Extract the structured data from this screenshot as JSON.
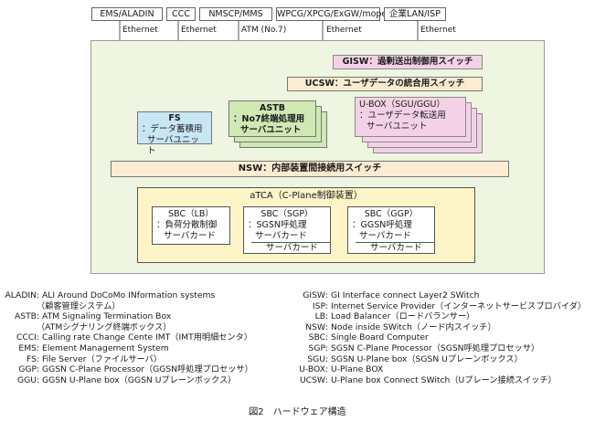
{
  "top_labels": [
    "EMS/ALADIN",
    "CCC",
    "NMSCP/MMS",
    "WPCG/XPCG/ExGW/mopera",
    "企業LAN/ISP"
  ],
  "link_labels": [
    "Ethernet",
    "Ethernet",
    "ATM (No.7)",
    "Ethernet",
    "Ethernet"
  ],
  "gisw": "GISW：過剰送出制御用スイッチ",
  "ucsw": "UCSW：ユーザデータの統合用スイッチ",
  "fs": {
    "title": "FS",
    "line1": "：データ蓄積用",
    "line2": "サーバユニット"
  },
  "astb": {
    "title": "ASTB",
    "line1": "：No7終端処理用",
    "line2": "サーバユニット"
  },
  "ubox": {
    "title": "U-BOX（SGU/GGU）",
    "line1": "：ユーザデータ転送用",
    "line2": "サーバユニット"
  },
  "nsw": "NSW：内部装置間接続用スイッチ",
  "atca_title": "aTCA（C-Plane制御装置）",
  "sbc_lb": {
    "title": "SBC（LB）",
    "line1": "：負荷分散制御",
    "line2": "サーバカード"
  },
  "sbc_sgp": {
    "title": "SBC（SGP）",
    "line1": "：SGSN呼処理",
    "line2": "サーバカード",
    "line3": "サーバカード"
  },
  "sbc_ggp": {
    "title": "SBC（GGP）",
    "line1": "：GGSN呼処理",
    "line2": "サーバカード",
    "line3": "サーバカード"
  },
  "legend_left": [
    {
      "k": "ALADIN",
      "v": ": ALI Around DoCoMo INformation systems"
    },
    {
      "k": "",
      "v": "（顧客管理システム）"
    },
    {
      "k": "ASTB",
      "v": ": ATM Signaling Termination Box"
    },
    {
      "k": "",
      "v": "（ATMシグナリング終端ボックス）"
    },
    {
      "k": "CCCI",
      "v": ": Calling rate Change Cente IMT（IMT用明細センタ）"
    },
    {
      "k": "EMS",
      "v": ": Element Management System"
    },
    {
      "k": "FS",
      "v": ": File Server（ファイルサーバ）"
    },
    {
      "k": "GGP",
      "v": ": GGSN C-Plane Processor（GGSN呼処理プロセッサ）"
    },
    {
      "k": "GGU",
      "v": ": GGSN U-Plane box（GGSN Uプレーンボックス）"
    }
  ],
  "legend_right": [
    {
      "k": "GISW",
      "v": ": GI Interface connect Layer2 SWitch"
    },
    {
      "k": "ISP",
      "v": ": Internet Service Provider（インターネットサービスプロバイダ）"
    },
    {
      "k": "LB",
      "v": ": Load Balancer（ロードバランサー）"
    },
    {
      "k": "NSW",
      "v": ": Node inside SWitch（ノード内スイッチ）"
    },
    {
      "k": "SBC",
      "v": ": Single Board Computer"
    },
    {
      "k": "SGP",
      "v": ": SGSN C-Plane Processor（SGSN呼処理プロセッサ）"
    },
    {
      "k": "SGU",
      "v": ": SGSN U-Plane box（SGSN Uプレーンボックス）"
    },
    {
      "k": "U-BOX",
      "v": ": U-Plane BOX"
    },
    {
      "k": "UCSW",
      "v": ": U-Plane box Connect SWitch（Uプレーン接続スイッチ）"
    }
  ],
  "caption": "図2　ハードウェア構造",
  "colors": {
    "outer_bg": "#eef5e0",
    "bar": "#fbecd2",
    "pink": "#f4d2e6",
    "green": "#cfe8b4",
    "blue": "#c8e6f4",
    "atca": "#fdf5c8"
  }
}
